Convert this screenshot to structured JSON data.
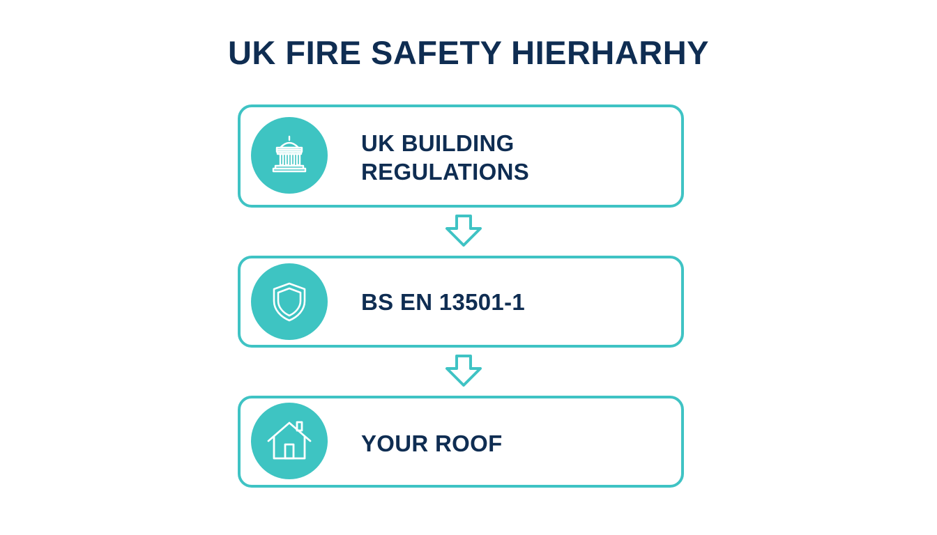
{
  "title": "UK FIRE SAFETY HIERHARHY",
  "colors": {
    "accent": "#3fc3c4",
    "text": "#0f2d52",
    "icon_fill": "#3ec4c2",
    "icon_stroke": "#ffffff"
  },
  "steps": [
    {
      "label_line1": "UK BUILDING",
      "label_line2": "REGULATIONS",
      "icon": "government-building-icon"
    },
    {
      "label": "BS EN 13501-1",
      "icon": "shield-icon"
    },
    {
      "label": "YOUR ROOF",
      "icon": "house-icon"
    }
  ],
  "connectors": [
    "down-arrow-icon",
    "down-arrow-icon"
  ]
}
